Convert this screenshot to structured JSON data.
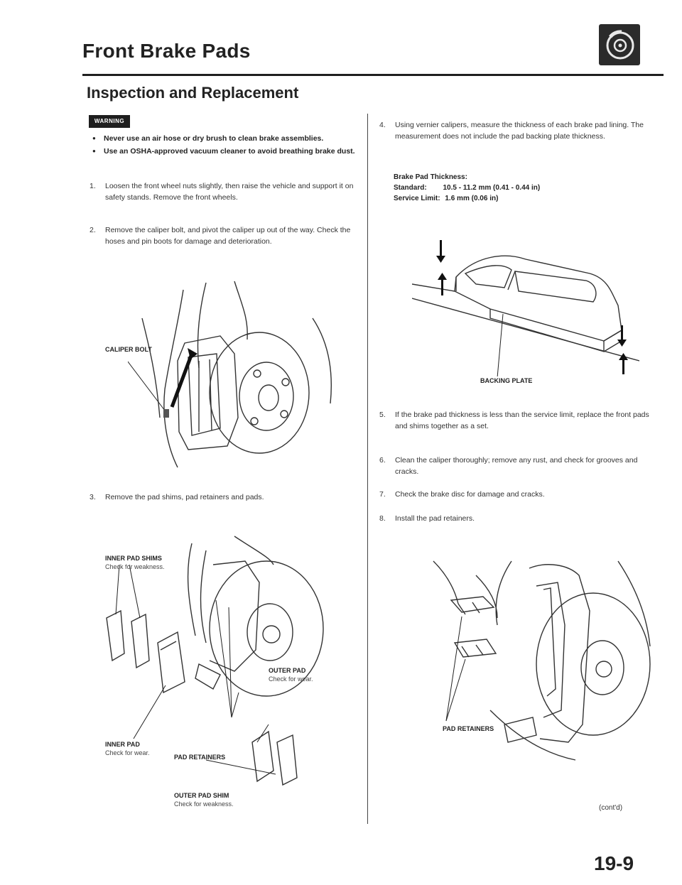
{
  "header": {
    "title": "Front Brake Pads",
    "icon": "brake-disc-icon"
  },
  "section": {
    "title": "Inspection and Replacement"
  },
  "warning": {
    "badge": "WARNING",
    "bullets": [
      "Never use an air hose or dry brush to clean brake assemblies.",
      "Use an OSHA-approved vacuum cleaner to avoid breathing brake dust."
    ]
  },
  "steps": [
    {
      "num": "1.",
      "text": "Loosen the front wheel nuts slightly, then raise the vehicle and support it on safety stands. Remove the front wheels."
    },
    {
      "num": "2.",
      "text": "Remove the caliper bolt, and pivot the caliper up out of the way. Check the hoses and pin boots for damage and deterioration."
    },
    {
      "num": "3.",
      "text": "Remove the pad shims, pad retainers and pads."
    },
    {
      "num": "4.",
      "text": "Using vernier calipers, measure the thickness of each brake pad lining. The measurement does not include the pad backing plate thickness."
    },
    {
      "num": "5.",
      "text": "If the brake pad thickness is less than the service limit, replace the front pads and shims together as a set."
    },
    {
      "num": "6.",
      "text": "Clean the caliper thoroughly; remove any rust, and check for grooves and cracks."
    },
    {
      "num": "7.",
      "text": "Check the brake disc for damage and cracks."
    },
    {
      "num": "8.",
      "text": "Install the pad retainers."
    }
  ],
  "spec": {
    "heading": "Brake Pad Thickness:",
    "standard_label": "Standard:",
    "standard_value": "10.5 - 11.2 mm (0.41 - 0.44 in)",
    "limit_label": "Service Limit:",
    "limit_value": "1.6 mm (0.06 in)"
  },
  "figures": {
    "caliper_bolt": "CALIPER BOLT",
    "inner_pad_shims": "INNER PAD SHIMS",
    "inner_pad_shims_note": "Check for weakness.",
    "outer_pad": "OUTER PAD",
    "outer_pad_note": "Check for wear.",
    "inner_pad": "INNER PAD",
    "inner_pad_note": "Check for wear.",
    "pad_retainers": "PAD RETAINERS",
    "outer_pad_shim": "OUTER PAD SHIM",
    "outer_pad_shim_note": "Check for weakness.",
    "backing_plate": "BACKING PLATE",
    "pad_retainers_right": "PAD RETAINERS"
  },
  "footer": {
    "contd": "(cont'd)",
    "page_number": "19-9"
  }
}
